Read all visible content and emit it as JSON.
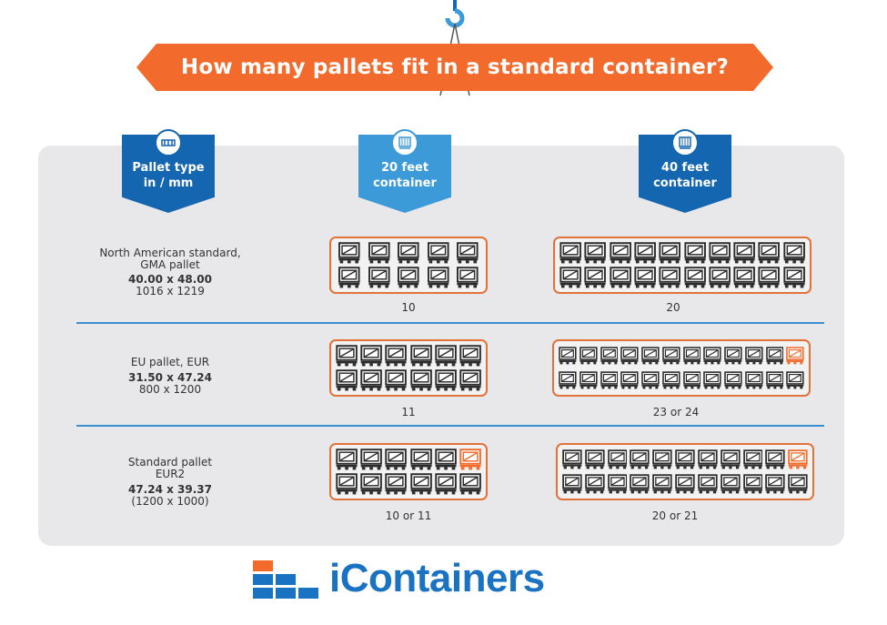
{
  "title": "How many pallets fit in a standard container?",
  "colors": {
    "orange": "#f26b2c",
    "blue_dark": "#1466b0",
    "blue_light": "#3d9ad9",
    "panel": "#e8e8ea"
  },
  "headers": [
    {
      "label_line1": "Pallet type",
      "label_line2": "in / mm",
      "icon": "pallet-icon"
    },
    {
      "label_line1": "20 feet",
      "label_line2": "container",
      "icon": "container-icon"
    },
    {
      "label_line1": "40 feet",
      "label_line2": "container",
      "icon": "container-icon"
    }
  ],
  "rows": [
    {
      "name_line1": "North American standard,",
      "name_line2": "GMA pallet",
      "inches": "40.00 x 48.00",
      "mm": "1016 x 1219",
      "count_20": "10",
      "count_40": "20",
      "grid_20": {
        "cols": 5,
        "rows": 2,
        "optional": []
      },
      "grid_40": {
        "cols": 10,
        "rows": 2,
        "optional": []
      }
    },
    {
      "name_line1": "EU pallet, EUR",
      "name_line2": "",
      "inches": "31.50 x 47.24",
      "mm": "800 x 1200",
      "count_20": "11",
      "count_40": "23 or 24",
      "grid_20": {
        "cols": 6,
        "rows": 2,
        "optional": []
      },
      "grid_40": {
        "cols": 12,
        "rows": 2,
        "optional": [
          11
        ]
      }
    },
    {
      "name_line1": "Standard pallet",
      "name_line2": "EUR2",
      "inches": "47.24 x 39.37",
      "mm": "(1200 x 1000)",
      "count_20": "10 or 11",
      "count_40": "20 or 21",
      "grid_20": {
        "cols": 6,
        "rows": 2,
        "optional": [
          5
        ]
      },
      "grid_40": {
        "cols": 11,
        "rows": 2,
        "optional": [
          10
        ]
      }
    }
  ],
  "brand": {
    "name": "iContainers",
    "icon": "icontainers-logo-icon"
  }
}
